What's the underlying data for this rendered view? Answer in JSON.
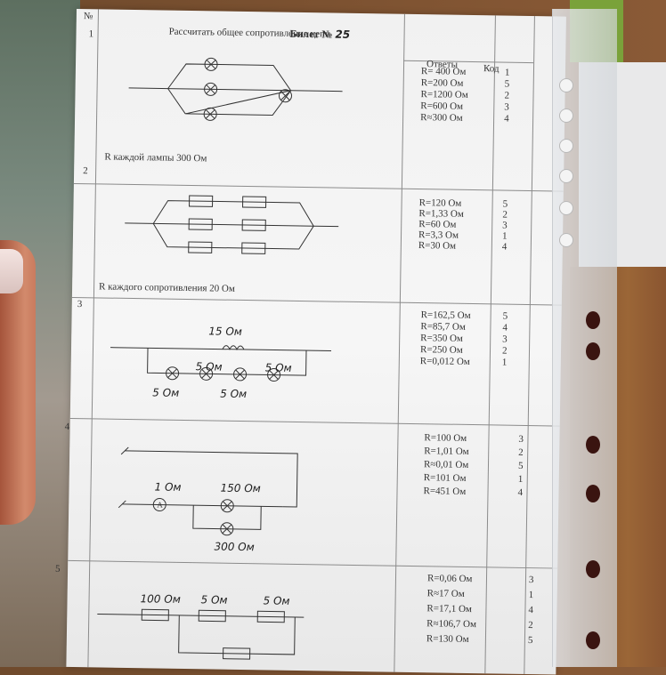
{
  "ticket": {
    "no_label": "№",
    "title_printed": "Билет №",
    "title_handwritten": "25",
    "task1_text": "Рассчитать общее сопротивление цепи",
    "answers_header": "Ответы",
    "code_header": "Код"
  },
  "tasks": [
    {
      "number": "1",
      "note": "R каждой лампы 300 Ом",
      "answers": [
        "R= 400 Ом",
        "R=200 Ом",
        "R=1200 Ом",
        "R=600 Ом",
        "R≈300 Ом"
      ],
      "codes": [
        "1",
        "5",
        "2",
        "3",
        "4"
      ]
    },
    {
      "number": "2",
      "note": "R каждого сопротивления 20 Ом",
      "answers": [
        "R=120 Ом",
        "R=1,33 Ом",
        "R=60 Ом",
        "R=3,3 Ом",
        "R=30 Ом"
      ],
      "codes": [
        "5",
        "2",
        "3",
        "1",
        "4"
      ]
    },
    {
      "number": "3",
      "labels": [
        "15 Ом",
        "5 Ом",
        "5 Ом",
        "5 Ом",
        "5 Ом"
      ],
      "answers": [
        "R=162,5 Ом",
        "R=85,7 Ом",
        "R=350 Ом",
        "R=250 Ом",
        "R=0,012 Ом"
      ],
      "codes": [
        "5",
        "4",
        "3",
        "2",
        "1"
      ]
    },
    {
      "number": "4",
      "labels": [
        "1 Ом",
        "150 Ом",
        "300 Ом"
      ],
      "answers": [
        "R=100 Ом",
        "R=1,01 Ом",
        "R≈0,01 Ом",
        "R=101 Ом",
        "R=451 Ом"
      ],
      "codes": [
        "3",
        "2",
        "5",
        "1",
        "4"
      ]
    },
    {
      "number": "5",
      "labels": [
        "100 Ом",
        "5 Ом",
        "5 Ом"
      ],
      "answers": [
        "R=0,06 Ом",
        "R≈17 Ом",
        "R=17,1 Ом",
        "R≈106,7 Ом",
        "R=130 Ом"
      ],
      "codes": [
        "3",
        "1",
        "4",
        "2",
        "5"
      ]
    }
  ],
  "colors": {
    "ink": "#333333",
    "paper": "#f2f2f2",
    "grid": "#8b8b8b"
  }
}
